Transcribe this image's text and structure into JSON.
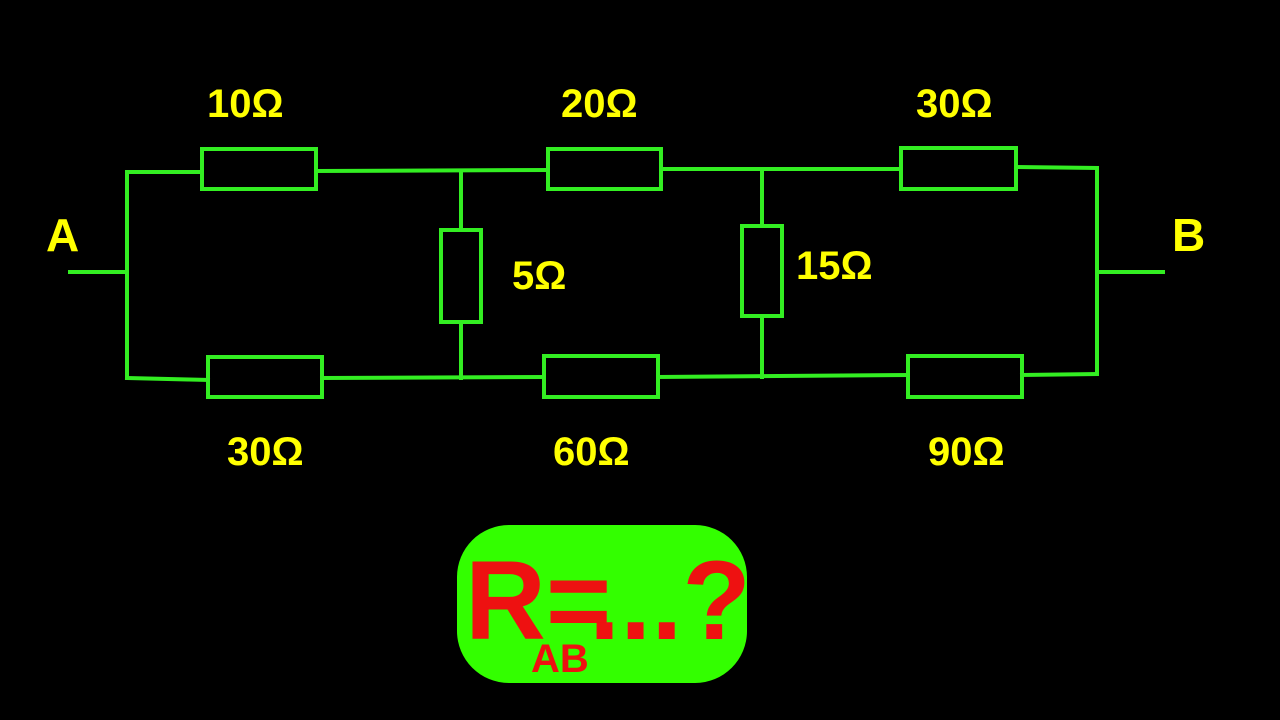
{
  "circuit": {
    "wire_color": "#33ee22",
    "label_color": "#ffff00",
    "nodes": {
      "left": "A",
      "right": "B"
    },
    "resistors": {
      "top_left": "10Ω",
      "top_middle": "20Ω",
      "top_right": "30Ω",
      "bottom_left": "30Ω",
      "bottom_middle": "60Ω",
      "bottom_right": "90Ω",
      "bridge_left": "5Ω",
      "bridge_right": "15Ω"
    }
  },
  "question": {
    "symbol": "R",
    "equals": "=",
    "subscript": "AB",
    "ellipsis": "...?",
    "box_color": "#33ff00",
    "text_color": "#ee1111"
  }
}
